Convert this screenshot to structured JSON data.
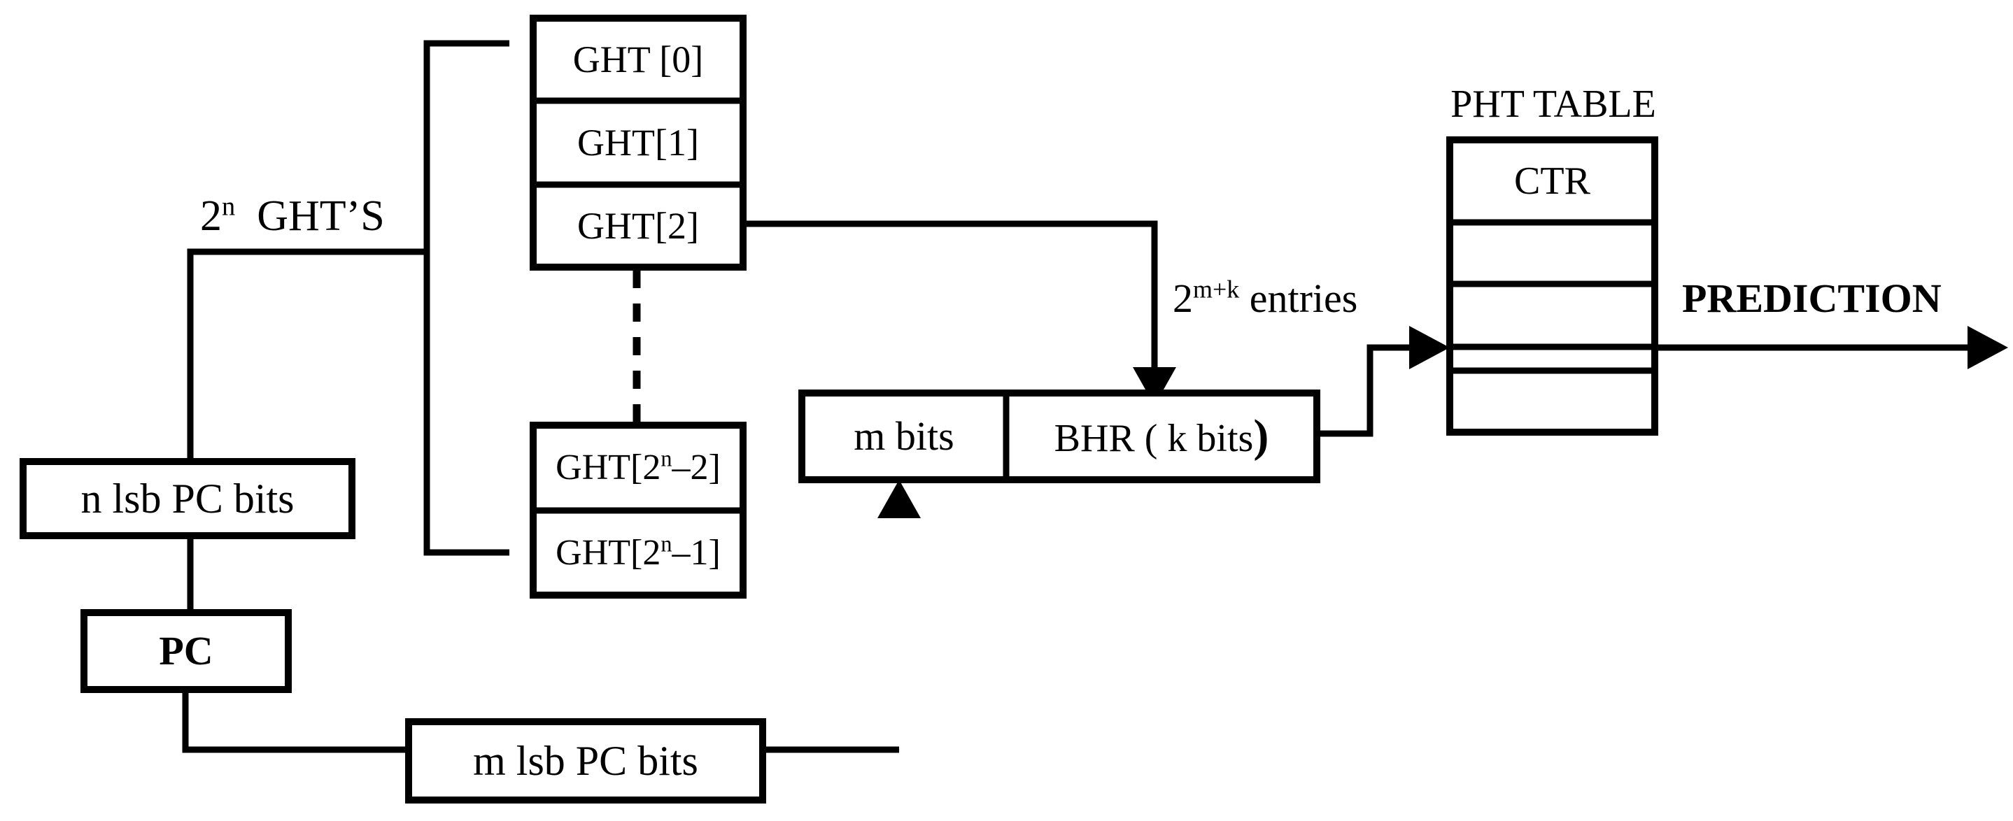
{
  "diagram": {
    "title": "Two-level global history branch predictor (GHT / BHR / PHT) block diagram",
    "type": "block-diagram",
    "background_color": "#FFFFFF",
    "line_color": "#000000"
  },
  "labels": {
    "ght_count": {
      "base": "2",
      "exponent": "n",
      "text": "GHT’S",
      "full": "2ⁿ  GHT’S"
    },
    "entries": {
      "base": "2",
      "exponent": "m+k",
      "text": "entries",
      "full": "2ᵐ⁺ᵏ entries"
    },
    "prediction": "PREDICTION",
    "pht_title": "PHT TABLE"
  },
  "ght_table_top": {
    "name": "GHT table upper group",
    "rows": [
      {
        "id": "ght0",
        "label": "GHT [0]"
      },
      {
        "id": "ght1",
        "label": "GHT[1]"
      },
      {
        "id": "ght2",
        "label": "GHT[2]"
      }
    ]
  },
  "ght_table_bottom": {
    "name": "GHT table lower group",
    "rows": [
      {
        "id": "ghtn2",
        "base": "GHT[2",
        "exponent": "n",
        "tail": "–2]",
        "label": "GHT[2ⁿ–2]"
      },
      {
        "id": "ghtn1",
        "base": "GHT[2",
        "exponent": "n",
        "tail": "–1]",
        "label": "GHT[2ⁿ–1]"
      }
    ]
  },
  "pc_path": {
    "n_lsb_box": "n lsb PC bits",
    "pc_box": "PC",
    "m_lsb_box": "m lsb PC bits"
  },
  "bhr_row": {
    "left_cell": "m bits",
    "right_cell_prefix": "BHR ( k bits",
    "right_cell_paren": ")",
    "right_cell_full": "BHR ( k bits)"
  },
  "pht_table": {
    "title": "PHT TABLE",
    "header_cell": "CTR",
    "row_count": 5,
    "rows": [
      "CTR",
      "",
      "",
      "",
      ""
    ]
  }
}
